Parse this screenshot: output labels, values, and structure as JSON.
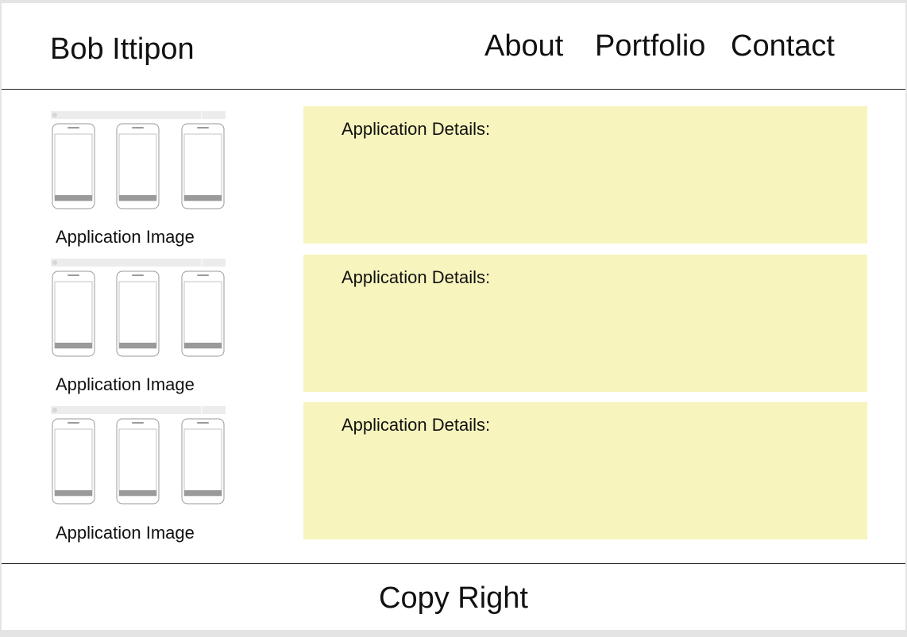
{
  "header": {
    "site_title": "Bob Ittipon",
    "nav": {
      "about": "About",
      "portfolio": "Portfolio",
      "contact": "Contact"
    }
  },
  "portfolio": {
    "items": [
      {
        "image_label": "Application Image",
        "details_label": "Application Details:"
      },
      {
        "image_label": "Application Image",
        "details_label": "Application Details:"
      },
      {
        "image_label": "Application Image",
        "details_label": "Application Details:"
      }
    ]
  },
  "footer": {
    "text": "Copy Right"
  },
  "colors": {
    "details_background": "#f7f4bd",
    "rule": "#222222"
  },
  "icons": {
    "thumbnail": "three-phones-wireframe-image"
  }
}
